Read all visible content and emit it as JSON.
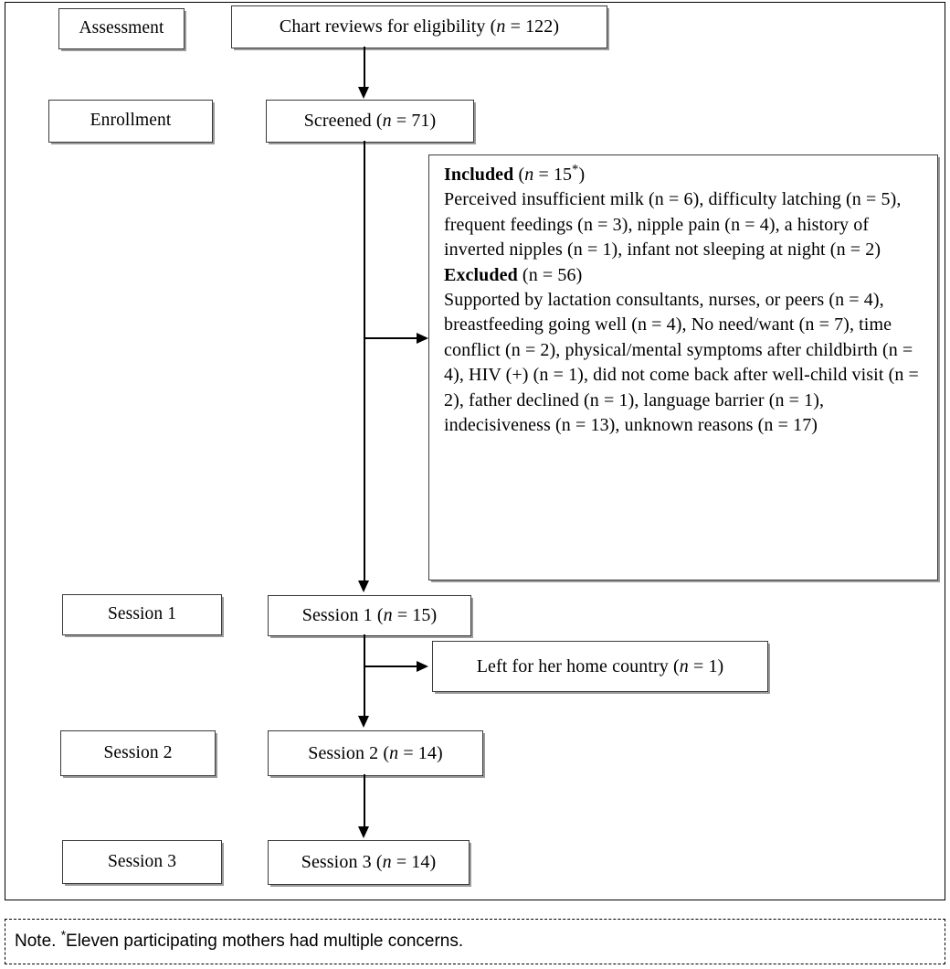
{
  "figure": {
    "type": "flowchart",
    "stage_labels": [
      {
        "name": "assessment",
        "label": "Assessment"
      },
      {
        "name": "enrollment",
        "label": "Enrollment"
      },
      {
        "name": "session-1",
        "label": "Session 1"
      },
      {
        "name": "session-2",
        "label": "Session 2"
      },
      {
        "name": "session-3",
        "label": "Session 3"
      }
    ],
    "flow_boxes": {
      "chart_reviews": {
        "text": "Chart reviews for eligibility (",
        "n_prefix": "n",
        "n_value": " = 122)"
      },
      "screened": {
        "text": "Screened (",
        "n_prefix": "n",
        "n_value": " = 71)"
      },
      "session1": {
        "text": "Session 1 (",
        "n_prefix": "n",
        "n_value": " = 15)"
      },
      "session2": {
        "text": "Session 2 (",
        "n_prefix": "n",
        "n_value": " = 14)"
      },
      "session3": {
        "text": "Session 3 (",
        "n_prefix": "n",
        "n_value": " = 14)"
      },
      "left_country": {
        "text": "Left for her home country (",
        "n_prefix": "n",
        "n_value": " = 1)"
      }
    },
    "detail_box": {
      "included_heading": "Included",
      "included_count_open": " (",
      "included_n": "n",
      "included_count_close": " = 15",
      "included_star": "*",
      "included_paren": ")",
      "included_reasons": "Perceived insufficient milk (n = 6), difficulty latching (n = 5), frequent feedings (n = 3), nipple pain (n = 4), a history of inverted nipples (n = 1), infant not sleeping at night (n = 2)",
      "excluded_heading": "Excluded",
      "excluded_count": " (n = 56)",
      "excluded_reasons": "Supported by lactation consultants, nurses, or peers (n = 4), breastfeeding going well (n = 4), No need/want (n = 7), time conflict (n = 2), physical/mental symptoms after childbirth (n = 4), HIV (+) (n = 1), did not come back after well-child visit (n = 2), father declined (n = 1), language barrier (n = 1), indecisiveness (n = 13), unknown reasons (n = 17)"
    },
    "note": {
      "prefix": "Note. ",
      "star": "*",
      "text": "Eleven participating mothers had multiple concerns."
    }
  },
  "chart_data": {
    "type": "diagram",
    "title": "Participant flow diagram",
    "nodes": [
      {
        "id": "chart_reviews",
        "stage": "Assessment",
        "label": "Chart reviews for eligibility",
        "n": 122
      },
      {
        "id": "screened",
        "stage": "Enrollment",
        "label": "Screened",
        "n": 71
      },
      {
        "id": "included",
        "stage": "Enrollment",
        "label": "Included",
        "n": 15
      },
      {
        "id": "excluded",
        "stage": "Enrollment",
        "label": "Excluded",
        "n": 56
      },
      {
        "id": "session1",
        "stage": "Session 1",
        "label": "Session 1",
        "n": 15
      },
      {
        "id": "left_country",
        "stage": "Session 1",
        "label": "Left for her home country",
        "n": 1
      },
      {
        "id": "session2",
        "stage": "Session 2",
        "label": "Session 2",
        "n": 14
      },
      {
        "id": "session3",
        "stage": "Session 3",
        "label": "Session 3",
        "n": 14
      }
    ],
    "edges": [
      {
        "from": "chart_reviews",
        "to": "screened"
      },
      {
        "from": "screened",
        "to": "included_excluded"
      },
      {
        "from": "screened",
        "to": "session1"
      },
      {
        "from": "session1",
        "to": "left_country"
      },
      {
        "from": "session1",
        "to": "session2"
      },
      {
        "from": "session2",
        "to": "session3"
      }
    ],
    "included_reasons": [
      {
        "reason": "Perceived insufficient milk",
        "n": 6
      },
      {
        "reason": "difficulty latching",
        "n": 5
      },
      {
        "reason": "frequent feedings",
        "n": 3
      },
      {
        "reason": "nipple pain",
        "n": 4
      },
      {
        "reason": "a history of inverted nipples",
        "n": 1
      },
      {
        "reason": "infant not sleeping at night",
        "n": 2
      }
    ],
    "excluded_reasons": [
      {
        "reason": "Supported by lactation consultants, nurses, or peers",
        "n": 4
      },
      {
        "reason": "breastfeeding going well",
        "n": 4
      },
      {
        "reason": "No need/want",
        "n": 7
      },
      {
        "reason": "time conflict",
        "n": 2
      },
      {
        "reason": "physical/mental symptoms after childbirth",
        "n": 4
      },
      {
        "reason": "HIV (+)",
        "n": 1
      },
      {
        "reason": "did not come back after well-child visit",
        "n": 2
      },
      {
        "reason": "father declined",
        "n": 1
      },
      {
        "reason": "language barrier",
        "n": 1
      },
      {
        "reason": "indecisiveness",
        "n": 13
      },
      {
        "reason": "unknown reasons",
        "n": 17
      }
    ],
    "footnote": "*Eleven participating mothers had multiple concerns."
  }
}
